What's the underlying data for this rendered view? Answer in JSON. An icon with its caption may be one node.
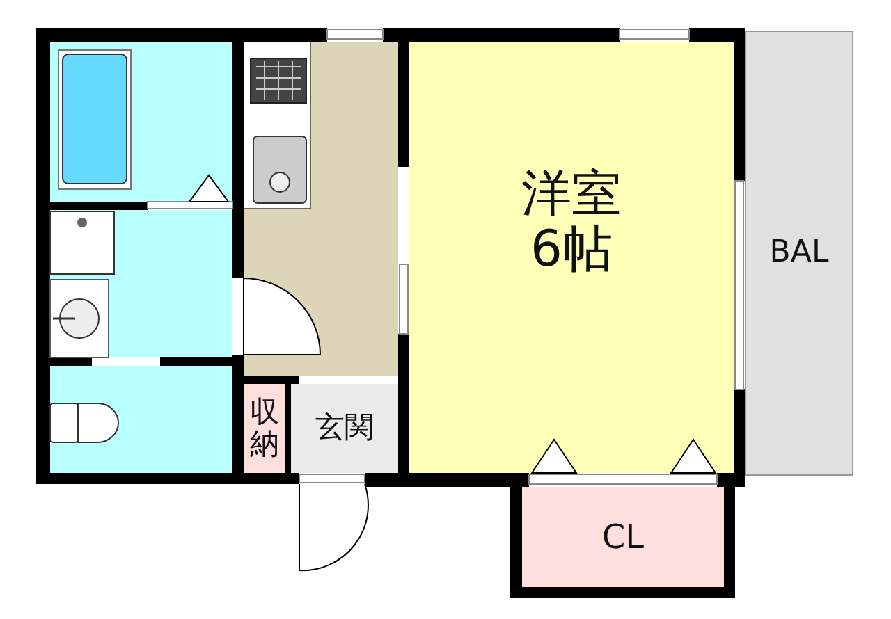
{
  "diagram": {
    "nodes": [
      {
        "text": [],
        "shape": "box"
      },
      {
        "text": [],
        "shape": "box"
      },
      {
        "text": [
          "洋室",
          "6帖"
        ]
      },
      {
        "text": [
          "BAL"
        ]
      },
      {
        "text": [],
        "shape": "box"
      },
      {
        "text": [],
        "shape": "box"
      },
      {
        "text": [
          "収納"
        ]
      },
      {
        "text": [
          "玄関"
        ]
      },
      {
        "text": [
          "CL"
        ]
      }
    ]
  }
}
